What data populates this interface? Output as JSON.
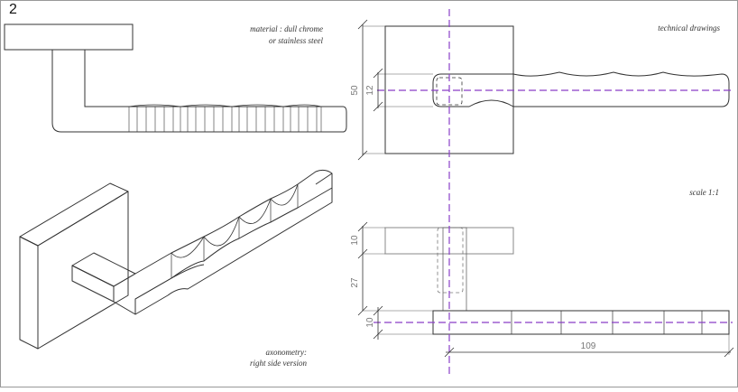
{
  "page_number": "2",
  "labels": {
    "material_line1": "material : dull chrome",
    "material_line2": "or stainless steel",
    "technical": "technical drawings",
    "scale": "scale 1:1",
    "axo_line1": "axonometry:",
    "axo_line2": "right side  version"
  },
  "dimensions": {
    "plate_height": "50",
    "slot_height": "12",
    "plate_thickness": "10",
    "arm_offset": "27",
    "arm_thickness": "10",
    "arm_length": "109"
  },
  "colors": {
    "line": "#333333",
    "centerline": "#8a3fc7",
    "dim_text": "#777777"
  }
}
